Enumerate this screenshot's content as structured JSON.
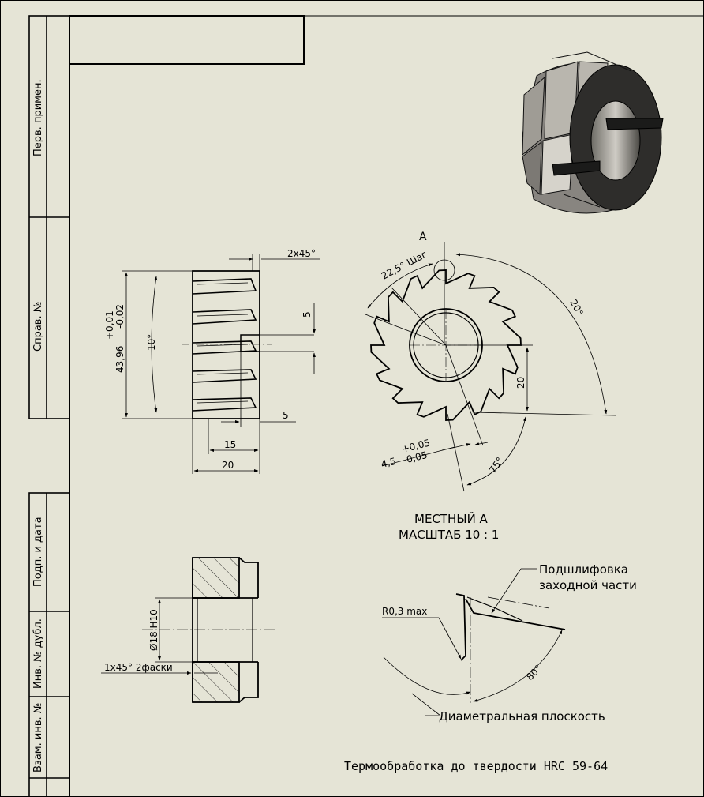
{
  "sidebar": {
    "perv_primen": "Перв. примен.",
    "sprav_no": "Справ. №",
    "podp_data": "Подп. и дата",
    "inv_dubl": "Инв. № дубл.",
    "vzam_inv": "Взам. инв. №"
  },
  "front_view": {
    "chamfer": "2x45°",
    "tol_upper": "+0,01",
    "tol_lower": "-0,02",
    "diameter": "43,96",
    "angle": "10°",
    "key_width": "5",
    "key_depth": "5",
    "length_inner": "15",
    "length_total": "20"
  },
  "side_view": {
    "label_a": "А",
    "pitch": "22,5° Шаг",
    "angle_20": "20°",
    "dim_20": "20",
    "angle_75": "75°",
    "tol_upper": "+0,05",
    "tol_lower": "-0,05",
    "dim_45": "4,5"
  },
  "section": {
    "bore": "Ø18 H10",
    "chamfer_note": "1x45° 2фаски"
  },
  "detail": {
    "title_line1": "МЕСТНЫЙ А",
    "title_line2": "МАСШТАБ 10 : 1",
    "radius": "R0,3 max",
    "grind_line1": "Подшлифовка",
    "grind_line2": "заходной части",
    "angle_80": "80°",
    "plane": "Диаметральная плоскость"
  },
  "note": "Термообработка до твердости HRC 59-64"
}
